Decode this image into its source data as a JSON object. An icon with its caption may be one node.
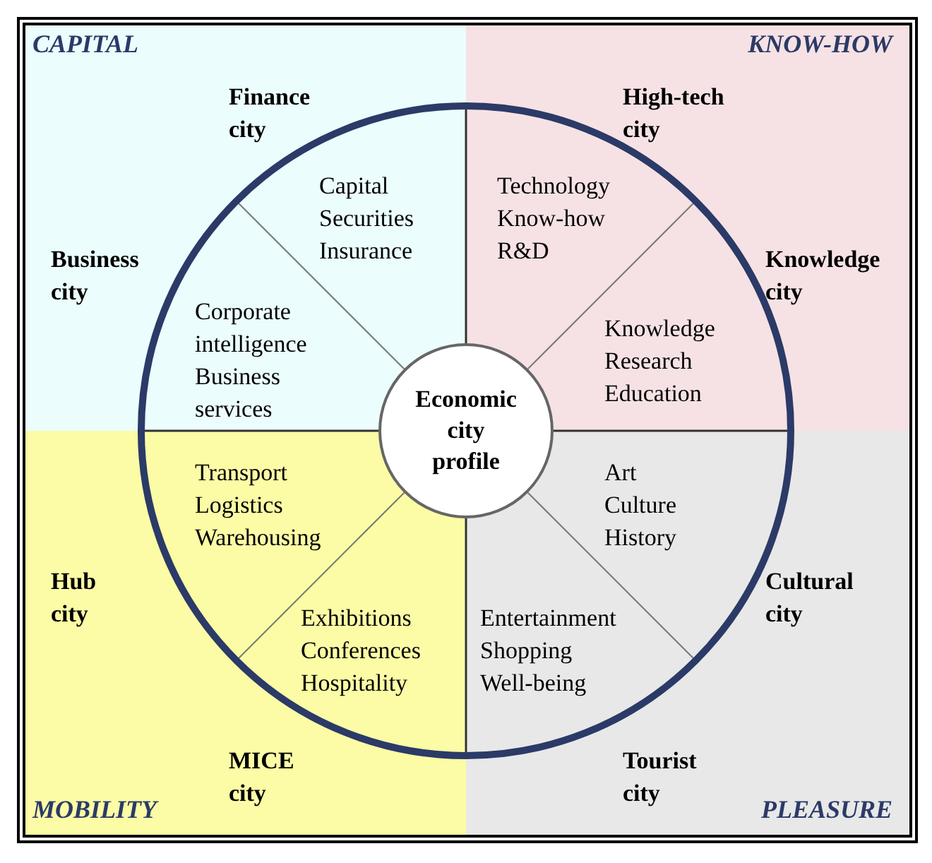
{
  "diagram": {
    "nodes": [
      {
        "text": [
          "CAPITAL"
        ]
      },
      {
        "text": [
          "KNOW-HOW"
        ]
      },
      {
        "text": [
          "MOBILITY"
        ]
      },
      {
        "text": [
          "PLEASURE"
        ]
      },
      {
        "text": [
          "Economic city profile"
        ]
      }
    ],
    "labels": [
      "Finance city",
      "High-tech city",
      "Capital Securities Insurance",
      "Technology Know-how R&D",
      "Business city",
      "Knowledge city",
      "Corporate intelligence Business services",
      "Knowledge Research Education",
      "Transport Logistics Warehousing",
      "Art Culture History",
      "Hub city",
      "Cultural city",
      "Exhibitions Conferences Hospitality",
      "Entertainment Shopping Well-being",
      "MICE city",
      "Tourist city"
    ]
  }
}
